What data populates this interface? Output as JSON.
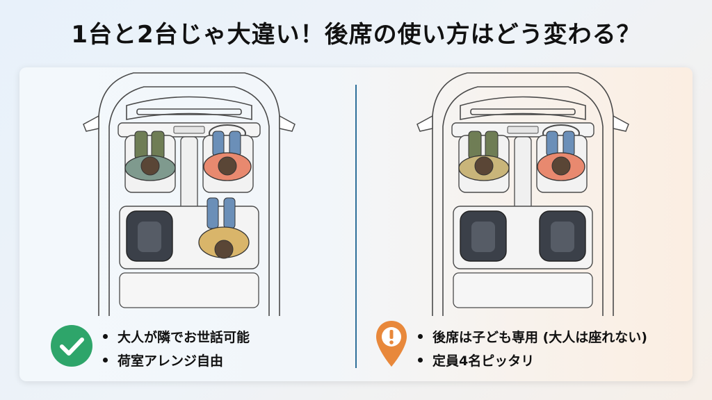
{
  "title": "1台と2台じゃ大違い！後席の使い方はどう変わる？",
  "left": {
    "icon": "green-check-circle-icon",
    "accent": "#2ea56a",
    "notes": [
      "大人が隣でお世話可能",
      "荷室アレンジ自由"
    ]
  },
  "right": {
    "icon": "orange-warning-pin-icon",
    "accent": "#e8883b",
    "notes": [
      "後席は子ども専用 (大人は座れない)",
      "定員4名ピッタリ"
    ]
  },
  "colors": {
    "divider": "#2e6f99",
    "driver_shirt": "#e8896f",
    "passenger_shirt": "#7f9a8e",
    "rear_adult_shirt": "#d9b56a",
    "child_seat": "#3b4049"
  }
}
